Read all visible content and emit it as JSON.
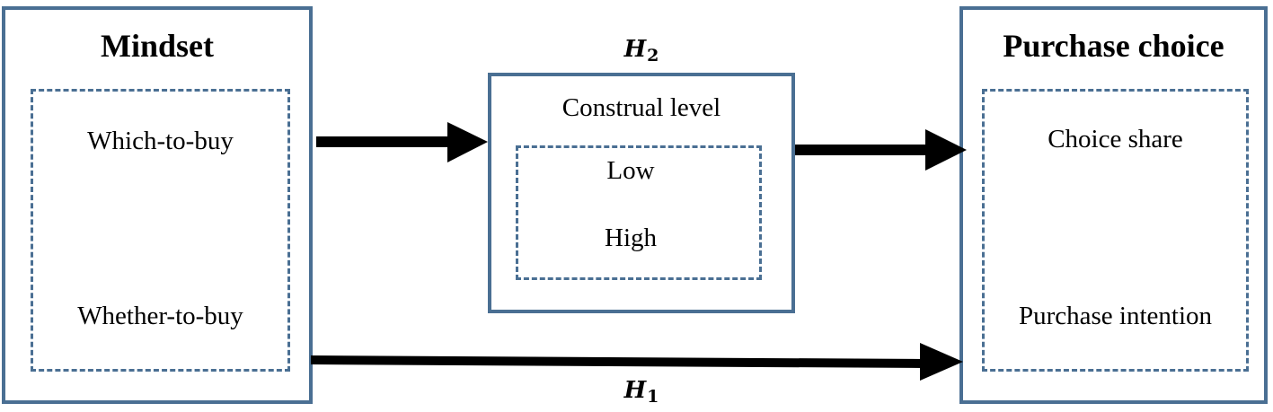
{
  "mindset": {
    "title": "Mindset",
    "items": [
      "Which-to-buy",
      "Whether-to-buy"
    ]
  },
  "mediator": {
    "title": "Construal level",
    "items": [
      "Low",
      "High"
    ]
  },
  "outcome": {
    "title": "Purchase choice",
    "items": [
      "Choice share",
      "Purchase intention"
    ]
  },
  "hypotheses": {
    "h2": {
      "letter": "H",
      "sub": "2"
    },
    "h1": {
      "letter": "H",
      "sub": "1"
    }
  },
  "colors": {
    "border": "#4a6f93",
    "arrow": "#000000"
  }
}
